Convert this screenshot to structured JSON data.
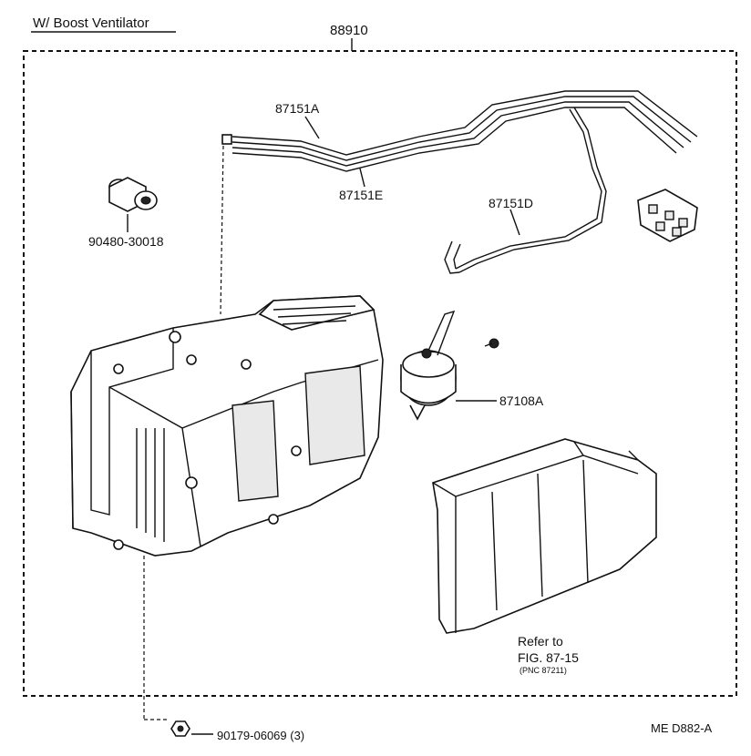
{
  "header": {
    "variant": "W/ Boost Ventilator",
    "assembly_number": "88910"
  },
  "callouts": {
    "hose_a": "87151A",
    "hose_e": "87151E",
    "hose_d": "87151D",
    "switch": "90480-30018",
    "actuator": "87108A",
    "clip": "90179-06069 (3)"
  },
  "refer": {
    "line1": "Refer to",
    "line2": "FIG. 87-15",
    "line3": "(PNC 87211)"
  },
  "footer": {
    "code": "ME  D882-A"
  }
}
